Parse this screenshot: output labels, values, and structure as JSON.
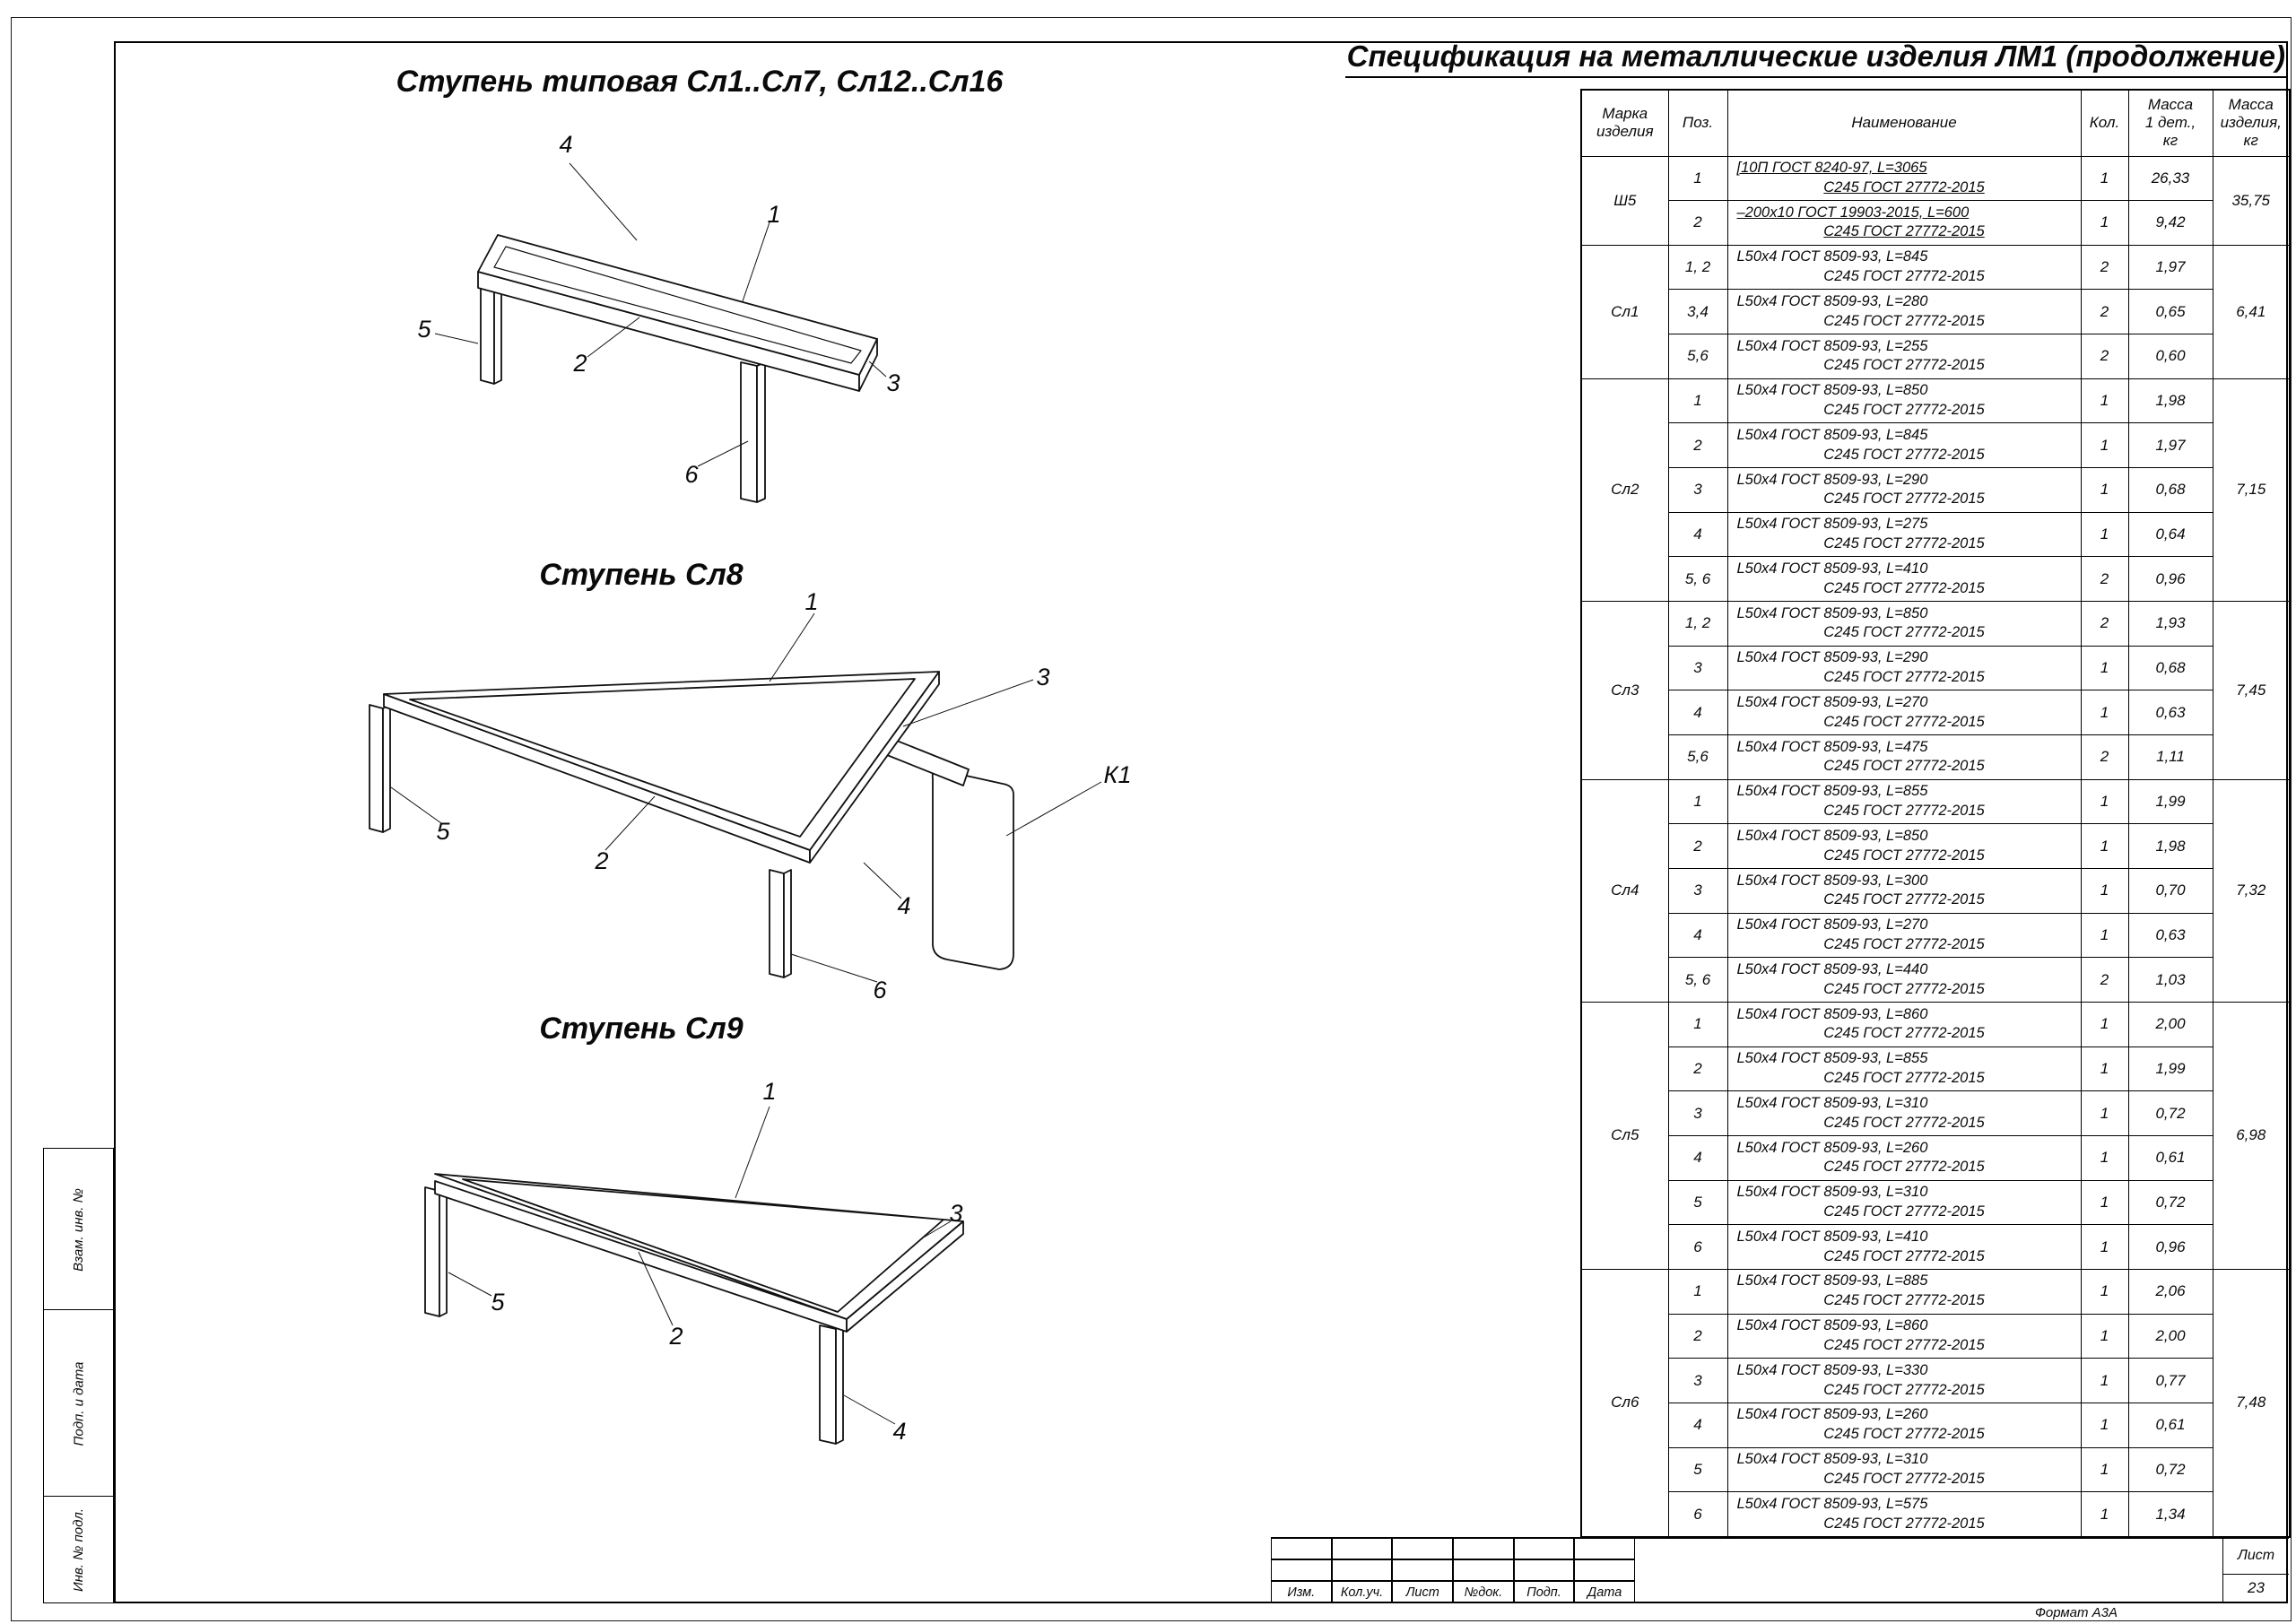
{
  "page": {
    "title": "Спецификация на металлические изделия ЛМ1 (продолжение)",
    "format_label": "Формат А3А",
    "sheet_label": "Лист",
    "sheet_number": "23"
  },
  "side_labels": [
    "Взам. инв. №",
    "Подп. и дата",
    "Инв. № подл."
  ],
  "title_block": {
    "columns": [
      "Изм.",
      "Кол.уч.",
      "Лист",
      "№док.",
      "Подп.",
      "Дата"
    ]
  },
  "drawings": [
    {
      "title": "Ступень типовая Сл1..Сл7, Сл12..Сл16",
      "labels": [
        "1",
        "2",
        "3",
        "4",
        "5",
        "6"
      ]
    },
    {
      "title": "Ступень Сл8",
      "labels": [
        "1",
        "2",
        "3",
        "4",
        "5",
        "6",
        "К1"
      ]
    },
    {
      "title": "Ступень Сл9",
      "labels": [
        "1",
        "2",
        "3",
        "4",
        "5"
      ]
    }
  ],
  "table": {
    "headers": {
      "mark": "Марка\nизделия",
      "pos": "Поз.",
      "name": "Наименование",
      "qty": "Кол.",
      "mass_one": "Масса\n1 дет.,\nкг",
      "mass_item": "Масса\nизделия,\nкг"
    },
    "groups": [
      {
        "mark": "Ш5",
        "total": "35,75",
        "rows": [
          {
            "pos": "1",
            "name1": "[10П ГОСТ 8240-97, L=3065",
            "name2": "С245 ГОСТ 27772-2015",
            "qty": "1",
            "mass": "26,33",
            "u": true
          },
          {
            "pos": "2",
            "name1": "–200х10 ГОСТ 19903-2015, L=600",
            "name2": "С245 ГОСТ 27772-2015",
            "qty": "1",
            "mass": "9,42",
            "u": true
          }
        ]
      },
      {
        "mark": "Сл1",
        "total": "6,41",
        "rows": [
          {
            "pos": "1, 2",
            "name1": "L50х4 ГОСТ 8509-93, L=845",
            "name2": "С245 ГОСТ 27772-2015",
            "qty": "2",
            "mass": "1,97"
          },
          {
            "pos": "3,4",
            "name1": "L50х4 ГОСТ 8509-93, L=280",
            "name2": "С245 ГОСТ 27772-2015",
            "qty": "2",
            "mass": "0,65"
          },
          {
            "pos": "5,6",
            "name1": "L50х4 ГОСТ 8509-93, L=255",
            "name2": "С245 ГОСТ 27772-2015",
            "qty": "2",
            "mass": "0,60"
          }
        ]
      },
      {
        "mark": "Сл2",
        "total": "7,15",
        "rows": [
          {
            "pos": "1",
            "name1": "L50х4 ГОСТ 8509-93, L=850",
            "name2": "С245 ГОСТ 27772-2015",
            "qty": "1",
            "mass": "1,98"
          },
          {
            "pos": "2",
            "name1": "L50х4 ГОСТ 8509-93, L=845",
            "name2": "С245 ГОСТ 27772-2015",
            "qty": "1",
            "mass": "1,97"
          },
          {
            "pos": "3",
            "name1": "L50х4 ГОСТ 8509-93, L=290",
            "name2": "С245 ГОСТ 27772-2015",
            "qty": "1",
            "mass": "0,68"
          },
          {
            "pos": "4",
            "name1": "L50х4 ГОСТ 8509-93, L=275",
            "name2": "С245 ГОСТ 27772-2015",
            "qty": "1",
            "mass": "0,64"
          },
          {
            "pos": "5, 6",
            "name1": "L50х4 ГОСТ 8509-93, L=410",
            "name2": "С245 ГОСТ 27772-2015",
            "qty": "2",
            "mass": "0,96"
          }
        ]
      },
      {
        "mark": "Сл3",
        "total": "7,45",
        "rows": [
          {
            "pos": "1, 2",
            "name1": "L50х4 ГОСТ 8509-93, L=850",
            "name2": "С245 ГОСТ 27772-2015",
            "qty": "2",
            "mass": "1,93"
          },
          {
            "pos": "3",
            "name1": "L50х4 ГОСТ 8509-93, L=290",
            "name2": "С245 ГОСТ 27772-2015",
            "qty": "1",
            "mass": "0,68"
          },
          {
            "pos": "4",
            "name1": "L50х4 ГОСТ 8509-93, L=270",
            "name2": "С245 ГОСТ 27772-2015",
            "qty": "1",
            "mass": "0,63"
          },
          {
            "pos": "5,6",
            "name1": "L50х4 ГОСТ 8509-93, L=475",
            "name2": "С245 ГОСТ 27772-2015",
            "qty": "2",
            "mass": "1,11"
          }
        ]
      },
      {
        "mark": "Сл4",
        "total": "7,32",
        "rows": [
          {
            "pos": "1",
            "name1": "L50х4 ГОСТ 8509-93, L=855",
            "name2": "С245 ГОСТ 27772-2015",
            "qty": "1",
            "mass": "1,99"
          },
          {
            "pos": "2",
            "name1": "L50х4 ГОСТ 8509-93, L=850",
            "name2": "С245 ГОСТ 27772-2015",
            "qty": "1",
            "mass": "1,98"
          },
          {
            "pos": "3",
            "name1": "L50х4 ГОСТ 8509-93, L=300",
            "name2": "С245 ГОСТ 27772-2015",
            "qty": "1",
            "mass": "0,70"
          },
          {
            "pos": "4",
            "name1": "L50х4 ГОСТ 8509-93, L=270",
            "name2": "С245 ГОСТ 27772-2015",
            "qty": "1",
            "mass": "0,63"
          },
          {
            "pos": "5, 6",
            "name1": "L50х4 ГОСТ 8509-93, L=440",
            "name2": "С245 ГОСТ 27772-2015",
            "qty": "2",
            "mass": "1,03"
          }
        ]
      },
      {
        "mark": "Сл5",
        "total": "6,98",
        "rows": [
          {
            "pos": "1",
            "name1": "L50х4 ГОСТ 8509-93, L=860",
            "name2": "С245 ГОСТ 27772-2015",
            "qty": "1",
            "mass": "2,00"
          },
          {
            "pos": "2",
            "name1": "L50х4 ГОСТ 8509-93, L=855",
            "name2": "С245 ГОСТ 27772-2015",
            "qty": "1",
            "mass": "1,99"
          },
          {
            "pos": "3",
            "name1": "L50х4 ГОСТ 8509-93, L=310",
            "name2": "С245 ГОСТ 27772-2015",
            "qty": "1",
            "mass": "0,72"
          },
          {
            "pos": "4",
            "name1": "L50х4 ГОСТ 8509-93, L=260",
            "name2": "С245 ГОСТ 27772-2015",
            "qty": "1",
            "mass": "0,61"
          },
          {
            "pos": "5",
            "name1": "L50х4 ГОСТ 8509-93, L=310",
            "name2": "С245 ГОСТ 27772-2015",
            "qty": "1",
            "mass": "0,72"
          },
          {
            "pos": "6",
            "name1": "L50х4 ГОСТ 8509-93, L=410",
            "name2": "С245 ГОСТ 27772-2015",
            "qty": "1",
            "mass": "0,96"
          }
        ]
      },
      {
        "mark": "Сл6",
        "total": "7,48",
        "rows": [
          {
            "pos": "1",
            "name1": "L50х4 ГОСТ 8509-93, L=885",
            "name2": "С245 ГОСТ 27772-2015",
            "qty": "1",
            "mass": "2,06"
          },
          {
            "pos": "2",
            "name1": "L50х4 ГОСТ 8509-93, L=860",
            "name2": "С245 ГОСТ 27772-2015",
            "qty": "1",
            "mass": "2,00"
          },
          {
            "pos": "3",
            "name1": "L50х4 ГОСТ 8509-93, L=330",
            "name2": "С245 ГОСТ 27772-2015",
            "qty": "1",
            "mass": "0,77"
          },
          {
            "pos": "4",
            "name1": "L50х4 ГОСТ 8509-93, L=260",
            "name2": "С245 ГОСТ 27772-2015",
            "qty": "1",
            "mass": "0,61"
          },
          {
            "pos": "5",
            "name1": "L50х4 ГОСТ 8509-93, L=310",
            "name2": "С245 ГОСТ 27772-2015",
            "qty": "1",
            "mass": "0,72"
          },
          {
            "pos": "6",
            "name1": "L50х4 ГОСТ 8509-93, L=575",
            "name2": "С245 ГОСТ 27772-2015",
            "qty": "1",
            "mass": "1,34"
          }
        ]
      }
    ]
  }
}
